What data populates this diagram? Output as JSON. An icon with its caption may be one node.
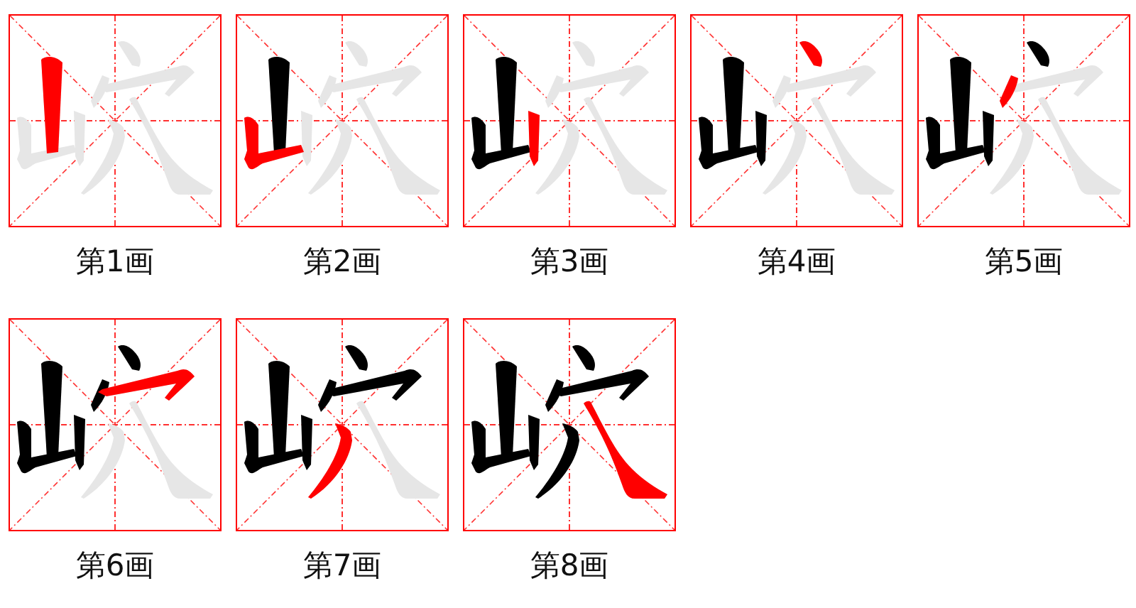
{
  "diagram": {
    "nodes": [
      {
        "text": [
          "第1画"
        ]
      },
      {
        "text": [
          "第2画"
        ]
      },
      {
        "text": [
          "第3画"
        ]
      },
      {
        "text": [
          "第4画"
        ]
      },
      {
        "text": [
          "第5画"
        ]
      },
      {
        "text": [
          "第6画"
        ]
      },
      {
        "text": [
          "第7画"
        ]
      },
      {
        "text": [
          "第8画"
        ]
      }
    ]
  }
}
